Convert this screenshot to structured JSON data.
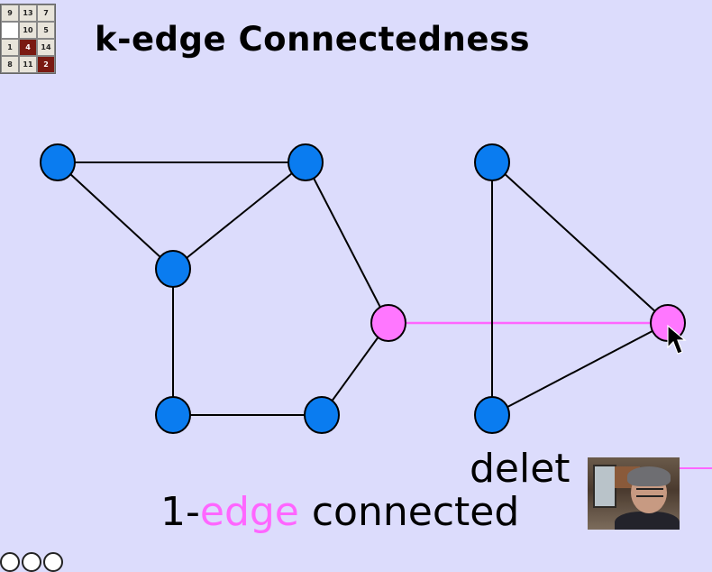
{
  "title": "k-edge Connectedness",
  "logo": {
    "cells": [
      {
        "text": "9",
        "style": ""
      },
      {
        "text": "13",
        "style": ""
      },
      {
        "text": "7",
        "style": ""
      },
      {
        "text": "",
        "style": "white"
      },
      {
        "text": "10",
        "style": ""
      },
      {
        "text": "5",
        "style": ""
      },
      {
        "text": "1",
        "style": ""
      },
      {
        "text": "4",
        "style": "dark"
      },
      {
        "text": "14",
        "style": ""
      },
      {
        "text": "8",
        "style": ""
      },
      {
        "text": "11",
        "style": ""
      },
      {
        "text": "2",
        "style": "dark"
      }
    ]
  },
  "caption": {
    "prefix": "1-",
    "highlight": "edge",
    "suffix": " connected"
  },
  "partial_text": "delet",
  "colors": {
    "background": "#dcdcfc",
    "node_blue": "#0a7cf0",
    "node_pink": "#ff77ff",
    "edge_black": "#000000",
    "edge_pink": "#ff66ff"
  },
  "graph": {
    "nodes": [
      {
        "id": "a",
        "color": "blue"
      },
      {
        "id": "b",
        "color": "blue"
      },
      {
        "id": "c",
        "color": "blue"
      },
      {
        "id": "d",
        "color": "blue"
      },
      {
        "id": "e",
        "color": "blue"
      },
      {
        "id": "f",
        "color": "pink"
      },
      {
        "id": "g",
        "color": "blue"
      },
      {
        "id": "h",
        "color": "blue"
      },
      {
        "id": "i",
        "color": "pink"
      }
    ],
    "edges": [
      {
        "from": "a",
        "to": "b",
        "color": "black"
      },
      {
        "from": "a",
        "to": "c",
        "color": "black"
      },
      {
        "from": "b",
        "to": "c",
        "color": "black"
      },
      {
        "from": "b",
        "to": "f",
        "color": "black"
      },
      {
        "from": "c",
        "to": "d",
        "color": "black"
      },
      {
        "from": "d",
        "to": "e",
        "color": "black"
      },
      {
        "from": "e",
        "to": "f",
        "color": "black"
      },
      {
        "from": "f",
        "to": "i",
        "color": "pink"
      },
      {
        "from": "g",
        "to": "h",
        "color": "black"
      },
      {
        "from": "g",
        "to": "i",
        "color": "black"
      },
      {
        "from": "h",
        "to": "i",
        "color": "black"
      }
    ]
  },
  "icons": {
    "cursor": "mouse-pointer-icon",
    "license": "creative-commons-icon"
  }
}
